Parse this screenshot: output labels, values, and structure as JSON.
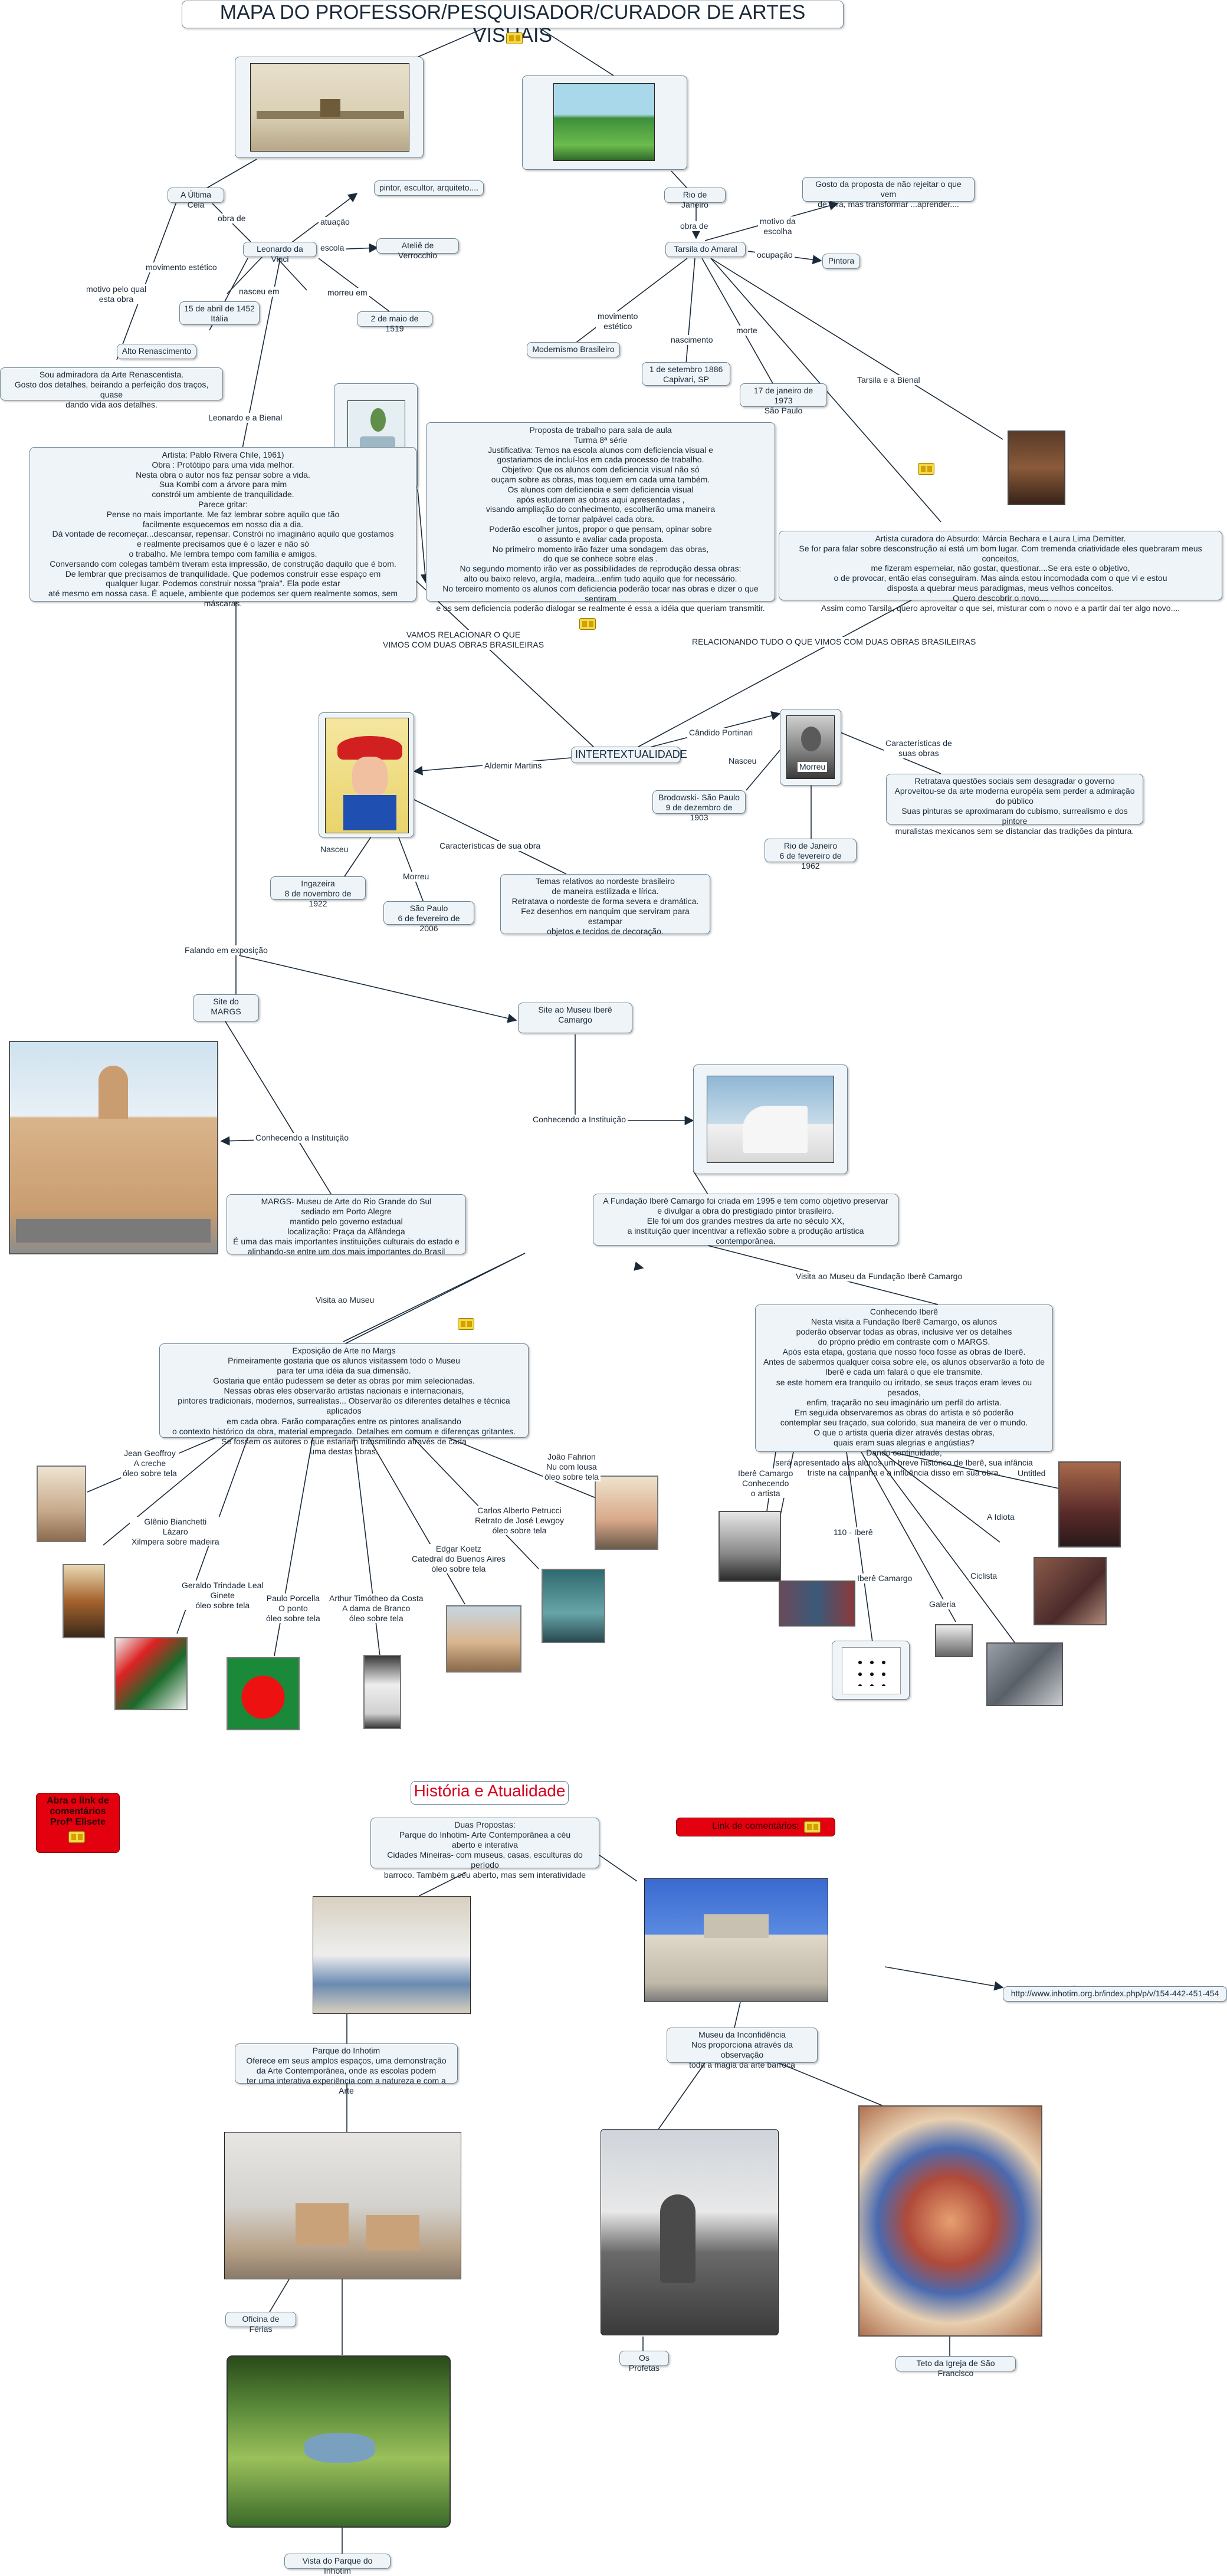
{
  "title": "MAPA DO PROFESSOR/PESQUISADOR/CURADOR DE ARTES VISUAIS",
  "section2_title": "História e Atualidade",
  "comments_left": "Abra o link de\ncomentários\nProfª Elisete",
  "comments_right": "Link de comentários:",
  "nodes": {
    "ultima_ceia": "A Última Ceia",
    "leonardo": "Leonardo da Vinci",
    "pintor": "pintor, escultor, arquiteto....",
    "atelie": "Ateliê de Verrocchio",
    "nasc_leonardo": "15 de abril de 1452\nItália",
    "morte_leonardo": "2 de maio de 1519",
    "alto_renasc": "Alto Renascimento",
    "sou_admiradora": "Sou admiradora da Arte Renascentista.\nGosto dos detalhes, beirando a perfeição dos traços, quase\ndando vida aos detalhes.",
    "artista_chile": "Artista:  Pablo Rivera Chile, 1961)\nObra : Protótipo para uma vida melhor.\nNesta obra  o autor nos faz pensar sobre a vida.\nSua Kombi com a árvore para mim\nconstrói um ambiente de tranquilidade.\nParece gritar:\nPense no mais importante. Me faz lembrar sobre aquilo que tão\nfacilmente esquecemos em nosso dia a dia.\nDá vontade de recomeçar...descansar, repensar. Constrói no imaginário aquilo que gostamos\ne realmente precisamos que é o lazer e não só\no trabalho. Me lembra tempo com família e amigos.\nConversando com colegas também tiveram esta impressão, de construção daquilo que é bom.\nDe lembrar que precisamos de tranquilidade. Que podemos construir esse espaço em\nqualquer lugar. Podemos construir nossa \"praia\". Ela pode estar\naté mesmo em nossa casa. É aquele, ambiente que podemos ser quem realmente somos, sem máscaras.",
    "proposta": "Proposta de trabalho para sala de aula\nTurma 8ª série\nJustificativa: Temos na escola alunos com deficiencia visual e\ngostariamos de incluí-los em cada processo de trabalho.\nObjetivo: Que os alunos com deficiencia visual não só\nouçam sobre as obras, mas toquem em cada uma também.\nOs alunos com deficiencia e sem deficiencia visual\napós estudarem as obras aqui apresentadas ,\nvisando ampliação do conhecimento, escolherão uma maneira\nde tornar palpável cada obra.\nPoderão escolher juntos, propor o que pensam, opinar sobre\no assunto e avaliar cada proposta.\nNo primeiro momento irão fazer uma sondagem das obras,\ndo que se conhece sobre elas .\nNo segundo momento irão ver as possibilidades de reprodução dessa obras:\nalto ou baixo relevo, argila, madeira...enfim tudo aquilo que for necessário.\nNo terceiro momento os alunos com deficiencia poderão tocar nas obras e dizer o que sentiram\ne os sem deficiencia poderão dialogar se realmente é essa a idéia que queriam transmitir.",
    "rio": "Rio de Janeiro",
    "tarsila": "Tarsila do Amaral",
    "gosto_proposta": "Gosto da proposta de não rejeitar o que vem\nde fora, mas transformar ...aprender....",
    "pintora": "Pintora",
    "modernismo": "Modernismo Brasileiro",
    "nasc_tarsila": "1 de setembro 1886\nCapivari, SP",
    "morte_tarsila": "17 de janeiro de 1973\nSão Paulo",
    "artista_curadora": "Artista curadora do Absurdo:  Márcia Bechara e Laura Lima  Demitter.\nSe for para falar sobre desconstrução aí está um bom lugar. Com tremenda criatividade eles quebraram meus conceitos,\nme fizeram  esperneiar, não gostar, questionar....Se era este o objetivo,\no de provocar, então elas conseguiram. Mas ainda estou incomodada com o que vi e estou\ndisposta a quebrar meus paradigmas, meus velhos conceitos.\nQuero descobrir o novo....\nAssim como Tarsila, quero aproveitar o que sei, misturar com o novo e a partir daí ter algo novo....",
    "intertext": "INTERTEXTUALIDADE",
    "brodowski": "Brodowski- São Paulo\n9 de dezembro de 1903",
    "rio_1962": "Rio de Janeiro\n6 de fevereiro de 1962",
    "retratava": "Retratava questões sociais sem desagradar o governo\nAproveitou-se da arte moderna européia sem perder a admiração\ndo público\nSuas pinturas se aproximaram do cubismo, surrealismo e dos pintore\nmuralistas  mexicanos sem se distanciar das tradições da pintura.",
    "ingazeira": "Ingazeira\n8 de novembro de 1922",
    "sp_2006": "São Paulo\n6 de fevereiro de 2006",
    "temas": "Temas relativos ao nordeste brasileiro\nde maneira estilizada e lírica.\nRetratava o nordeste de forma severa e dramática.\nFez desenhos em nanquim que serviram para estampar\nobjetos e tecidos de decoração.",
    "site_margs": "Site do MARGS",
    "site_ibere": "Site ao Museu Iberê Camargo",
    "margs_desc": "MARGS- Museu de Arte do Rio Grande do Sul\nsediado em Porto Alegre\nmantido pelo governo estadual\nlocalização: Praça da Alfândega\nÉ uma das mais importantes instituições culturais do estado e\nalinhando-se entre um dos mais importantes do Brasil",
    "fundacao_ibere": "A Fundação Iberê Camargo foi criada em 1995 e tem como objetivo preservar\ne divulgar a obra do prestigiado pintor brasileiro.\nEle foi um dos grandes mestres da arte no século XX,\na instituição quer incentivar a reflexão sobre a produção artística contemporânea.",
    "exposicao": "Exposição de Arte no  Margs\nPrimeiramente gostaria que os alunos  visitassem todo o Museu\npara ter uma idéia da sua dimensão.\nGostaria que então pudessem se deter as obras por mim selecionadas.\nNessas obras eles observarão artistas nacionais e internacionais,\npintores tradicionais, modernos, surrealistas... Observarão os diferentes detalhes e técnica aplicados\nem cada obra. Farão comparações entre os pintores analisando\no contexto histórico da obra, material empregado. Detalhes em comum e diferenças gritantes.\nSe fossem os autores o que estariam transmitindo através de cada\numa destas obras.",
    "conhecendo_ibere": "Conhecendo Iberê\nNesta visita a Fundação Iberê Camargo,  os alunos\npoderão observar todas as obras, inclusive ver os detalhes\ndo próprio prédio em contraste com o MARGS.\nApós esta etapa, gostaria que nosso foco fosse as obras de Iberê.\nAntes de sabermos qualquer coisa sobre ele, os alunos observarão a foto de\nIberê e cada um falará o que ele transmite.\nse este homem era tranquilo ou irritado, se seus traços eram leves ou pesados,\nenfim, traçarão no seu imaginário um perfil do artista.\nEm seguida observaremos as obras do artista e só poderão\ncontemplar seu traçado, sua colorido, sua maneira de ver o mundo.\nO que o artista queria dizer através destas obras,\nquais eram suas alegrias e angústias?\nDando continuidade,\nserá apresentado aos alunos um breve histórico de Iberê, sua infância\ntriste na campanha e a influência disso em sua obra.",
    "duas_propostas": "Duas Propostas:\nParque do Inhotim- Arte Contemporânea a céu\naberto e interativa\nCidades Mineiras- com museus, casas, esculturas do período\nbarroco. Também a céu aberto, mas sem interatividade",
    "url": "http://www.inhotim.org.br/index.php/p/v/154-442-451-454",
    "parque": "Parque do Inhotim\nOferece em seus amplos espaços, uma demonstração\nda Arte Contemporânea, onde as escolas podem\nter uma interativa experiência com a natureza e com a Arte",
    "museu_inconf": "Museu da Inconfidência\nNos proporciona através da observação\ntoda a magia da arte barroca",
    "oficina": "Oficina de Férias",
    "os_profetas": "Os Profetas",
    "teto": "Teto da Igreja de São Francisco",
    "vista_parque": "Vista do Parque do Inhotim"
  },
  "labels": {
    "obra_de_1": "obra de",
    "atuacao": "atuação",
    "escola_1": "escola",
    "mov_estetico_1": "movimento estético",
    "nasceu_em": "nasceu em",
    "morreu_em": "morreu em",
    "motivo_obra": "motivo pelo qual\nesta obra",
    "leonardo_bienal": "Leonardo e a Bienal",
    "obra_de_2": "obra de",
    "motivo_escolha": "motivo da\nescolha",
    "ocupacao": "ocupação",
    "mov_estetico_2": "movimento\nestético",
    "nascimento": "nascimento",
    "morte": "morte",
    "tarsila_bienal": "Tarsila e a Bienal",
    "vamos_relacionar": "VAMOS RELACIONAR O QUE\nVIMOS COM DUAS OBRAS BRASILEIRAS",
    "relacionando": "RELACIONANDO TUDO O QUE VIMOS COM DUAS OBRAS BRASILEIRAS",
    "candido": "Cândido Portinari",
    "aldemir": "Aldemir Martins",
    "nasceu_p": "Nasceu",
    "morreu_p": "Morreu",
    "caract_p": "Características de\nsuas obras",
    "nasceu_a": "Nasceu",
    "morreu_a": "Morreu",
    "caract_a": "Características de sua obra",
    "falando_expo": "Falando em exposição",
    "conhecendo_inst_1": "Conhecendo a Instituição",
    "conhecendo_inst_2": "Conhecendo a Instituição",
    "visita_museu": "Visita ao Museu",
    "visita_fundacao": "Visita ao Museu da Fundação Iberê Camargo",
    "jean": "Jean Geoffroy\nA creche\nóleo sobre tela",
    "glenio": "Glênio Bianchetti\nLázaro\nXilmpera sobre madeira",
    "geraldo": "Geraldo Trindade Leal\nGinete\nóleo sobre tela",
    "paulo": "Paulo Porcella\nO ponto\nóleo sobre tela",
    "arthur": "Arthur Timótheo da Costa\nA dama de Branco\nóleo sobre tela",
    "edgar": "Edgar Koetz\nCatedral do Buenos Aires\nóleo sobre tela",
    "carlos": "Carlos Alberto Petrucci\nRetrato de José Lewgoy\nóleo sobre tela",
    "joao": "João Fahrion\nNu com lousa\nóleo sobre tela",
    "ibere_conh": "Iberê Camargo\nConhecendo\no artista",
    "ibere_110": "110 - Iberê",
    "ibere_cam": "Iberê Camargo",
    "galeria": "Galeria",
    "ciclista": "Ciclista",
    "idiota": "A Idiota",
    "untitled": "Untitled"
  },
  "colors": {
    "node_fill": "#eef4f7",
    "node_border": "#6e8594",
    "line": "#1a2a3a",
    "title_red": "#d8001c",
    "button_red": "#e3000f"
  }
}
